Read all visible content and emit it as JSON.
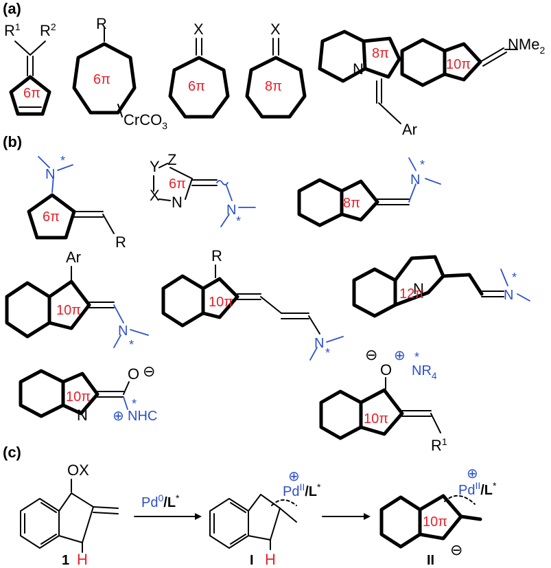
{
  "sections": {
    "a": "(a)",
    "b": "(b)",
    "c": "(c)"
  },
  "pi": {
    "six": "6π",
    "eight": "8π",
    "ten": "10π",
    "twelve": "12π"
  },
  "labels": {
    "R": "R",
    "R1": "R",
    "R1sup": "1",
    "R2": "R",
    "R2sup": "2",
    "X": "X",
    "Y": "Y",
    "Z": "Z",
    "N": "N",
    "Ar": "Ar",
    "NMe2": "NMe",
    "NMe2sub": "2",
    "CrCO3": "CrCO",
    "CrCO3sub": "3",
    "O": "O",
    "NHC": "NHC",
    "NR4": "NR",
    "NR4sub": "4",
    "OX": "OX",
    "H": "H",
    "minus": "⊖",
    "plus": "⊕",
    "star": "*"
  },
  "reaction": {
    "reagent_pd": "Pd",
    "reagent_pd_sup": "0",
    "reagent_L": "/L",
    "reagent_star": "*",
    "pd_complex": "Pd",
    "pd_complex_sup": "II",
    "pd_complex_L": "/L",
    "compound_1": "1",
    "compound_I": "I",
    "compound_II": "II"
  }
}
